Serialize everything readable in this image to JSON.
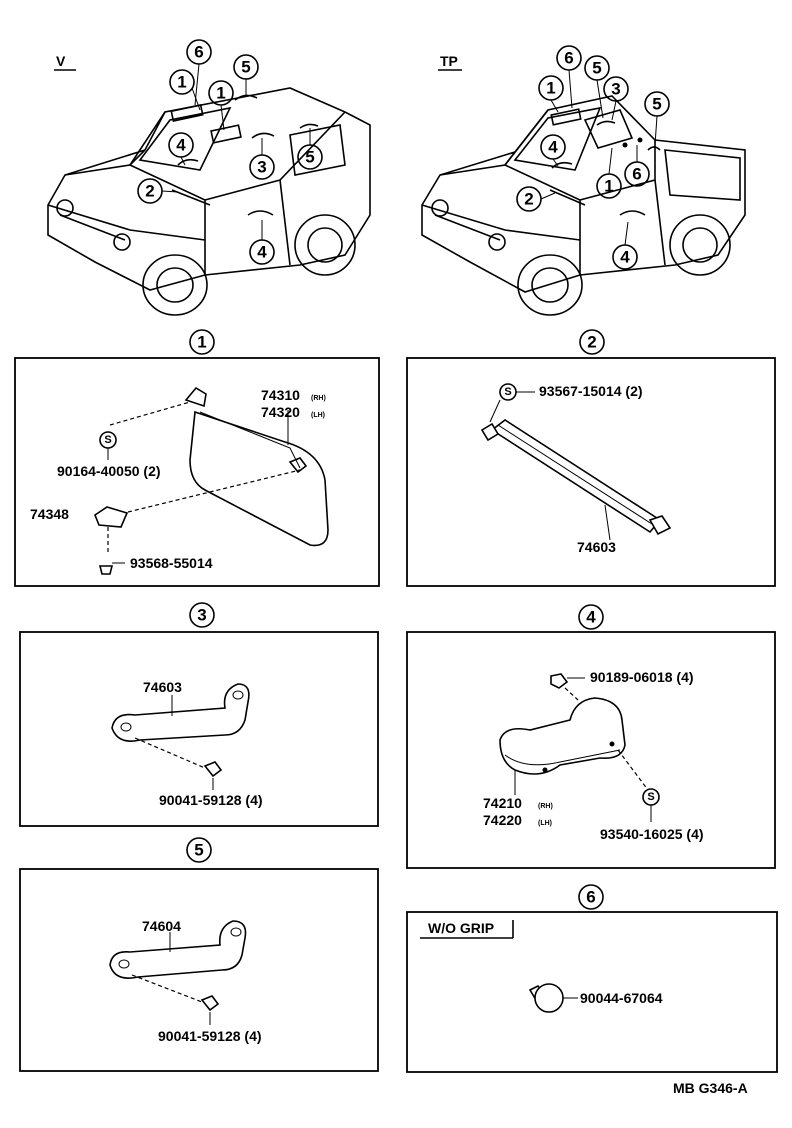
{
  "vehicles": {
    "left_label": "V",
    "right_label": "TP",
    "left_callouts": [
      "6",
      "1",
      "1",
      "5",
      "4",
      "3",
      "5",
      "2",
      "4"
    ],
    "right_callouts": [
      "6",
      "5",
      "1",
      "3",
      "5",
      "4",
      "1",
      "6",
      "2",
      "4"
    ]
  },
  "sections": {
    "s1": {
      "number": "1",
      "parts": {
        "visor_rh": "74310",
        "visor_rh_suffix": "(RH)",
        "visor_lh": "74320",
        "visor_lh_suffix": "(LH)",
        "screw_top": "90164-40050 (2)",
        "holder": "74348",
        "screw_bottom": "93568-55014"
      },
      "symbol": "S"
    },
    "s2": {
      "number": "2",
      "parts": {
        "screw": "93567-15014 (2)",
        "rod": "74603"
      },
      "symbol": "S"
    },
    "s3": {
      "number": "3",
      "parts": {
        "grip": "74603",
        "screw": "90041-59128 (4)"
      }
    },
    "s4": {
      "number": "4",
      "parts": {
        "nut": "90189-06018 (4)",
        "grip_rh": "74210",
        "grip_rh_suffix": "(RH)",
        "grip_lh": "74220",
        "grip_lh_suffix": "(LH)",
        "screw": "93540-16025 (4)"
      },
      "symbol": "S"
    },
    "s5": {
      "number": "5",
      "parts": {
        "grip": "74604",
        "screw": "90041-59128 (4)"
      }
    },
    "s6": {
      "number": "6",
      "variant": "W/O GRIP",
      "parts": {
        "plug": "90044-67064"
      }
    }
  },
  "figure_code": "MB G346-A"
}
